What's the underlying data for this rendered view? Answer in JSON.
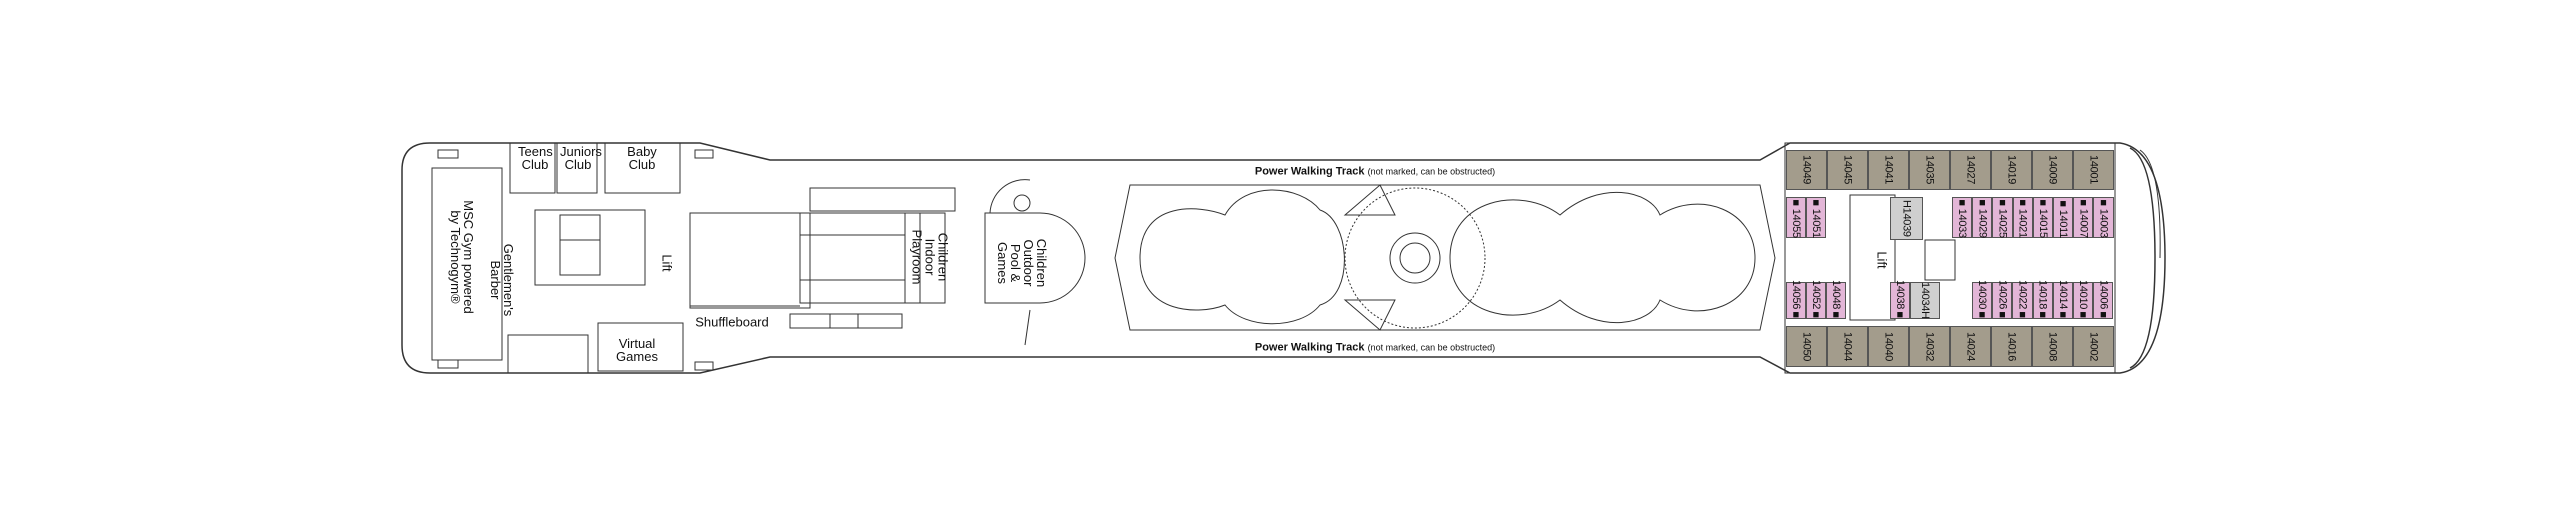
{
  "deck": {
    "track_top": {
      "title": "Power Walking Track",
      "note": "(not marked, can be obstructed)"
    },
    "track_bottom": {
      "title": "Power Walking Track",
      "note": "(not marked, can be obstructed)"
    },
    "areas": {
      "teens_club": "Teens Club",
      "juniors_club": "Juniors Club",
      "baby_club": "Baby Club",
      "gym": "MSC Gym powered by Technogym®",
      "barber": "Gentlemen's Barber",
      "lift_aft": "Lift",
      "shuffleboard": "Shuffleboard",
      "virtual_games": "Virtual Games",
      "indoor_playroom": "Children Indoor Playroom",
      "outdoor_pool": "Children Outdoor Pool & Games",
      "lift_fwd": "Lift"
    },
    "cabins": {
      "top_row": [
        "14049",
        "14045",
        "14041",
        "14035",
        "14027",
        "14019",
        "14009",
        "14001"
      ],
      "upper_inner_left": [
        "■14055",
        "■14051"
      ],
      "upper_inner_mid": [
        "H14039"
      ],
      "upper_inner_right": [
        "■14033",
        "■14029",
        "■14025",
        "■14021",
        "■14015",
        "■14011",
        "■14007",
        "■14003"
      ],
      "lower_inner_left": [
        "14056■",
        "14052■",
        "14048■"
      ],
      "lower_inner_mid": [
        "14038■",
        "14034H"
      ],
      "lower_inner_right": [
        "14030■",
        "14026■",
        "14022■",
        "14018■",
        "14014■",
        "14010■",
        "14006■"
      ],
      "bottom_row": [
        "14050",
        "14044",
        "14040",
        "14032",
        "14024",
        "14016",
        "14008",
        "14002"
      ]
    },
    "colors": {
      "balcony": "#a39c8c",
      "interior": "#e3b6d7",
      "accessible": "#cfcfcf"
    }
  }
}
